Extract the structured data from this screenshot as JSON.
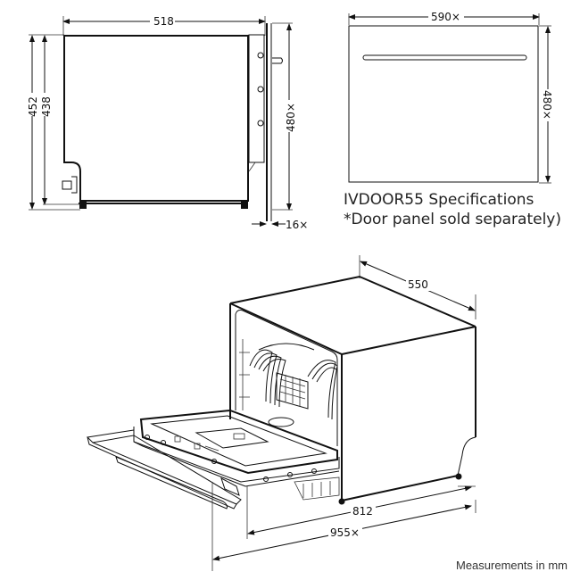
{
  "side_view": {
    "width_label": "518",
    "outer_height_label": "452",
    "inner_height_label": "438",
    "door_height_label": "480×",
    "door_thickness_label": "16×"
  },
  "door_panel_view": {
    "width_label": "590×",
    "height_label": "480×"
  },
  "specs": {
    "title": "IVDOOR55 Specifications",
    "note": "*Door panel sold separately)"
  },
  "iso_view": {
    "depth_label": "550",
    "open_depth_label": "812",
    "open_depth_with_door_label": "955×"
  },
  "footnote": "Measurements in mm",
  "colors": {
    "line": "#111111",
    "background": "#ffffff"
  }
}
